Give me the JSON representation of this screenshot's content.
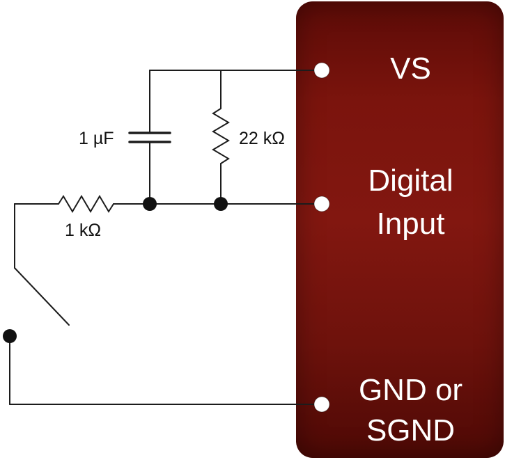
{
  "circuit": {
    "capacitor_label": "1 µF",
    "pullup_resistor_label": "22 kΩ",
    "series_resistor_label": "1 kΩ"
  },
  "device": {
    "pins": [
      {
        "name": "vs",
        "label": "VS"
      },
      {
        "name": "digital-input",
        "label": "Digital\nInput"
      },
      {
        "name": "gnd",
        "label": "GND or\nSGND"
      }
    ]
  },
  "colors": {
    "device_fill_top": "#5c0b07",
    "device_fill_mid": "#821710",
    "device_fill_bottom": "#4e0905",
    "wire": "#1c1c1c",
    "terminal_fill": "#ffffff",
    "text_on_device": "#ffffff",
    "text_on_white": "#111111"
  }
}
